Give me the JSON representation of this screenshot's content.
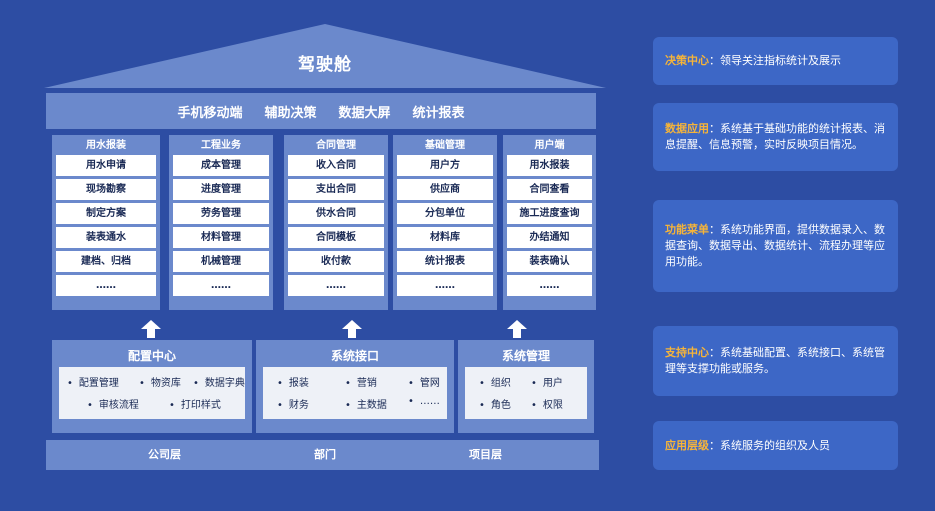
{
  "roof": {
    "title": "驾驶舱"
  },
  "topbar": {
    "items": [
      "手机移动端",
      "辅助决策",
      "数据大屏",
      "统计报表"
    ]
  },
  "modules": [
    {
      "title": "用水报装",
      "items": [
        "用水申请",
        "现场勘察",
        "制定方案",
        "装表通水",
        "建档、归档",
        "……"
      ]
    },
    {
      "title": "工程业务",
      "items": [
        "成本管理",
        "进度管理",
        "劳务管理",
        "材料管理",
        "机械管理",
        "……"
      ]
    },
    {
      "title": "合同管理",
      "items": [
        "收入合同",
        "支出合同",
        "供水合同",
        "合同模板",
        "收付款",
        "……"
      ]
    },
    {
      "title": "基础管理",
      "items": [
        "用户方",
        "供应商",
        "分包单位",
        "材料库",
        "统计报表",
        "……"
      ]
    },
    {
      "title": "用户端",
      "items": [
        "用水报装",
        "合同查看",
        "施工进度查询",
        "办结通知",
        "装表确认",
        "……"
      ]
    }
  ],
  "blocks": [
    {
      "title": "配置中心",
      "items": [
        "配置管理",
        "物资库",
        "数据字典",
        "审核流程",
        "打印样式"
      ]
    },
    {
      "title": "系统接口",
      "items": [
        "报装",
        "营销",
        "管网",
        "财务",
        "主数据",
        "……"
      ]
    },
    {
      "title": "系统管理",
      "items": [
        "组织",
        "用户",
        "角色",
        "权限"
      ]
    }
  ],
  "base": {
    "items": [
      "公司层",
      "部门",
      "项目层"
    ]
  },
  "panels": [
    {
      "key": "决策中心",
      "text": "：领导关注指标统计及展示"
    },
    {
      "key": "数据应用",
      "text": "：系统基于基础功能的统计报表、消息提醒、信息预警，实时反映项目情况。"
    },
    {
      "key": "功能菜单",
      "text": "：系统功能界面，提供数据录入、数据查询、数据导出、数据统计、流程办理等应用功能。"
    },
    {
      "key": "支持中心",
      "text": "：系统基础配置、系统接口、系统管理等支撑功能或服务。"
    },
    {
      "key": "应用层级",
      "text": "：系统服务的组织及人员"
    }
  ],
  "colors": {
    "background": "#2d4da3",
    "module": "#6b89cc",
    "panel": "#3d67c6",
    "accent": "#f5b43a",
    "arrow": "#ffffff"
  }
}
